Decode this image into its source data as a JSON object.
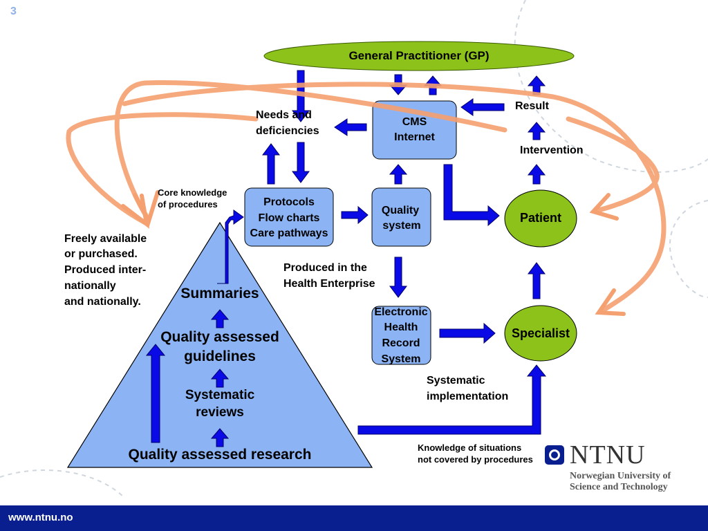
{
  "slide_number": "3",
  "footer_url": "www.ntnu.no",
  "logo": {
    "name": "NTNU",
    "line1": "Norwegian University of",
    "line2": "Science and Technology"
  },
  "nodes": {
    "gp": "General Practitioner (GP)",
    "cms_line1": "CMS",
    "cms_line2": "Internet",
    "protocols_line1": "Protocols",
    "protocols_line2": "Flow charts",
    "protocols_line3": "Care pathways",
    "quality_line1": "Quality",
    "quality_line2": "system",
    "ehr_line1": "Electronic",
    "ehr_line2": "Health",
    "ehr_line3": "Record",
    "ehr_line4": "System",
    "patient": "Patient",
    "specialist": "Specialist"
  },
  "labels": {
    "result": "Result",
    "intervention": "Intervention",
    "needs_line1": "Needs and",
    "needs_line2": "deficiencies",
    "core_line1": "Core knowledge",
    "core_line2": "of procedures",
    "freely_line1": "Freely available",
    "freely_line2": "or purchased.",
    "freely_line3": "Produced inter-",
    "freely_line4": "nationally",
    "freely_line5": "and nationally.",
    "produced_line1": "Produced in the",
    "produced_line2": "Health Enterprise",
    "systematic_impl_line1": "Systematic",
    "systematic_impl_line2": "implementation",
    "knowledge_line1": "Knowledge of situations",
    "knowledge_line2": "not covered by procedures"
  },
  "pyramid": {
    "summaries": "Summaries",
    "guidelines_line1": "Quality assessed",
    "guidelines_line2": "guidelines",
    "reviews_line1": "Systematic",
    "reviews_line2": "reviews",
    "research": "Quality assessed research"
  },
  "colors": {
    "box_fill": "#8cb4f5",
    "green": "#8cc21a",
    "arrow_blue": "#0a0ae6",
    "orange_curve": "#f5a070",
    "footer": "#0a1f8f"
  }
}
